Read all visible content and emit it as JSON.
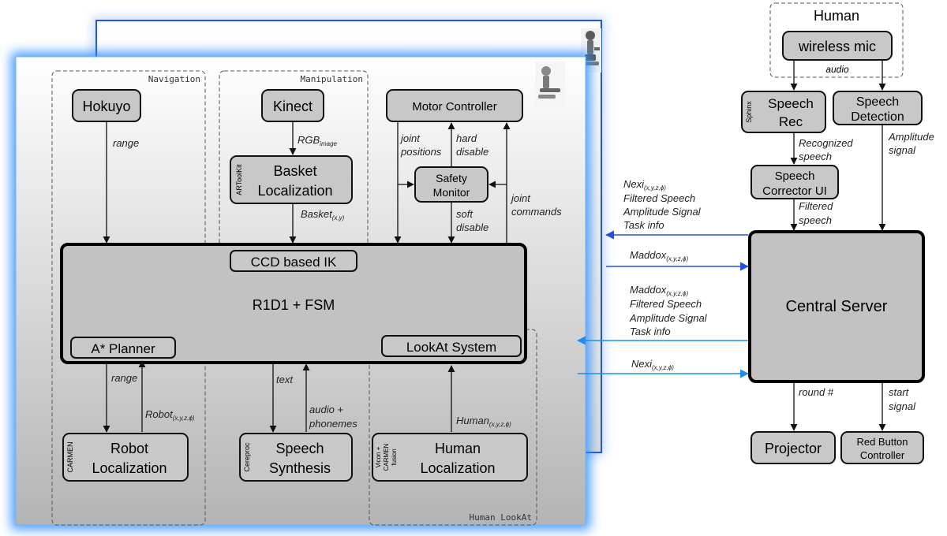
{
  "groups": {
    "navigation": "Navigation",
    "manipulation": "Manipulation",
    "human_lookat": "Human LookAt"
  },
  "human_group": {
    "title": "Human",
    "mic": "wireless mic",
    "audio": "audio"
  },
  "blocks": {
    "hokuyo": "Hokuyo",
    "kinect": "Kinect",
    "motor_controller": "Motor Controller",
    "basket_line1": "Basket",
    "basket_line2": "Localization",
    "basket_tag": "ARToolKit",
    "safety_line1": "Safety",
    "safety_line2": "Monitor",
    "ccd_ik": "CCD based IK",
    "core": "R1D1 + FSM",
    "astar": "A* Planner",
    "lookat": "LookAt System",
    "robot_loc_line1": "Robot",
    "robot_loc_line2": "Localization",
    "robot_loc_tag": "CARMEN",
    "speech_syn_line1": "Speech",
    "speech_syn_line2": "Synthesis",
    "speech_syn_tag": "Cereproc",
    "human_loc_line1": "Human",
    "human_loc_line2": "Localization",
    "human_loc_tag1": "Vicon +",
    "human_loc_tag2": "CARMEN",
    "human_loc_tag3": "fusion",
    "speech_rec_line1": "Speech",
    "speech_rec_line2": "Rec",
    "speech_rec_tag": "Sphinx",
    "speech_det_line1": "Speech",
    "speech_det_line2": "Detection",
    "speech_corr_line1": "Speech",
    "speech_corr_line2": "Corrector UI",
    "central_server": "Central Server",
    "projector": "Projector",
    "red_btn_line1": "Red Button",
    "red_btn_line2": "Controller"
  },
  "labels": {
    "range_top": "range",
    "rgb": "RGB",
    "rgb_sub": "image",
    "basket_xy": "Basket",
    "basket_xy_sub": "(x,y)",
    "joint_positions_1": "joint",
    "joint_positions_2": "positions",
    "hard_disable_1": "hard",
    "hard_disable_2": "disable",
    "soft_disable_1": "soft",
    "soft_disable_2": "disable",
    "joint_commands_1": "joint",
    "joint_commands_2": "commands",
    "range_bottom": "range",
    "robot_pose": "Robot",
    "robot_pose_sub": "(x,y,z,ϕ)",
    "text": "text",
    "audio_phonemes_1": "audio +",
    "audio_phonemes_2": "phonemes",
    "human_pose": "Human",
    "human_pose_sub": "(x,y,z,ϕ)",
    "recognized_1": "Recognized",
    "recognized_2": "speech",
    "amplitude_1": "Amplitude",
    "amplitude_2": "signal",
    "filtered_1": "Filtered",
    "filtered_2": "speech",
    "round": "round #",
    "start_1": "start",
    "start_2": "signal"
  },
  "links": {
    "link1_head": "Nexi",
    "link1_sub": "(x,y,z,ϕ)",
    "link1_l2": "Filtered Speech",
    "link1_l3": "Amplitude Signal",
    "link1_l4": "Task info",
    "link2_head": "Maddox",
    "link2_sub": "(x,y,z,ϕ)",
    "link3_head": "Maddox",
    "link3_sub": "(x,y,z,ϕ)",
    "link3_l2": "Filtered Speech",
    "link3_l3": "Amplitude Signal",
    "link3_l4": "Task info",
    "link4_head": "Nexi",
    "link4_sub": "(x,y,z,ϕ)"
  },
  "colors": {
    "panel_glow": "#2f8cff",
    "back_frame": "#2255e6",
    "link_blue_dark": "#2550e6",
    "link_blue_light": "#1c8ff0",
    "block_fill": "#c8c8c8",
    "core_fill": "#c2c2c2"
  },
  "icons": [
    "robot-figure-icon"
  ]
}
